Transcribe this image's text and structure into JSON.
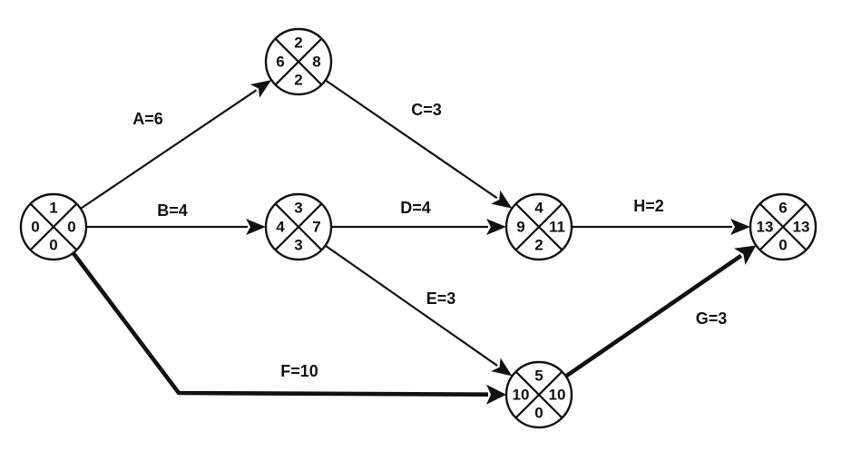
{
  "nodes": [
    {
      "id": "1",
      "top": "1",
      "left": "0",
      "right": "0",
      "bottom": "0"
    },
    {
      "id": "2",
      "top": "2",
      "left": "6",
      "right": "8",
      "bottom": "2"
    },
    {
      "id": "3",
      "top": "3",
      "left": "4",
      "right": "7",
      "bottom": "3"
    },
    {
      "id": "4",
      "top": "4",
      "left": "9",
      "right": "11",
      "bottom": "2"
    },
    {
      "id": "5",
      "top": "5",
      "left": "10",
      "right": "10",
      "bottom": "0"
    },
    {
      "id": "6",
      "top": "6",
      "left": "13",
      "right": "13",
      "bottom": "0"
    }
  ],
  "edges": [
    {
      "from": "1",
      "to": "2",
      "label": "A=6",
      "critical": false
    },
    {
      "from": "1",
      "to": "3",
      "label": "B=4",
      "critical": false
    },
    {
      "from": "2",
      "to": "4",
      "label": "C=3",
      "critical": false
    },
    {
      "from": "3",
      "to": "4",
      "label": "D=4",
      "critical": false
    },
    {
      "from": "3",
      "to": "5",
      "label": "E=3",
      "critical": false
    },
    {
      "from": "1",
      "to": "5",
      "label": "F=10",
      "critical": true
    },
    {
      "from": "5",
      "to": "6",
      "label": "G=3",
      "critical": true
    },
    {
      "from": "4",
      "to": "6",
      "label": "H=2",
      "critical": false
    }
  ]
}
